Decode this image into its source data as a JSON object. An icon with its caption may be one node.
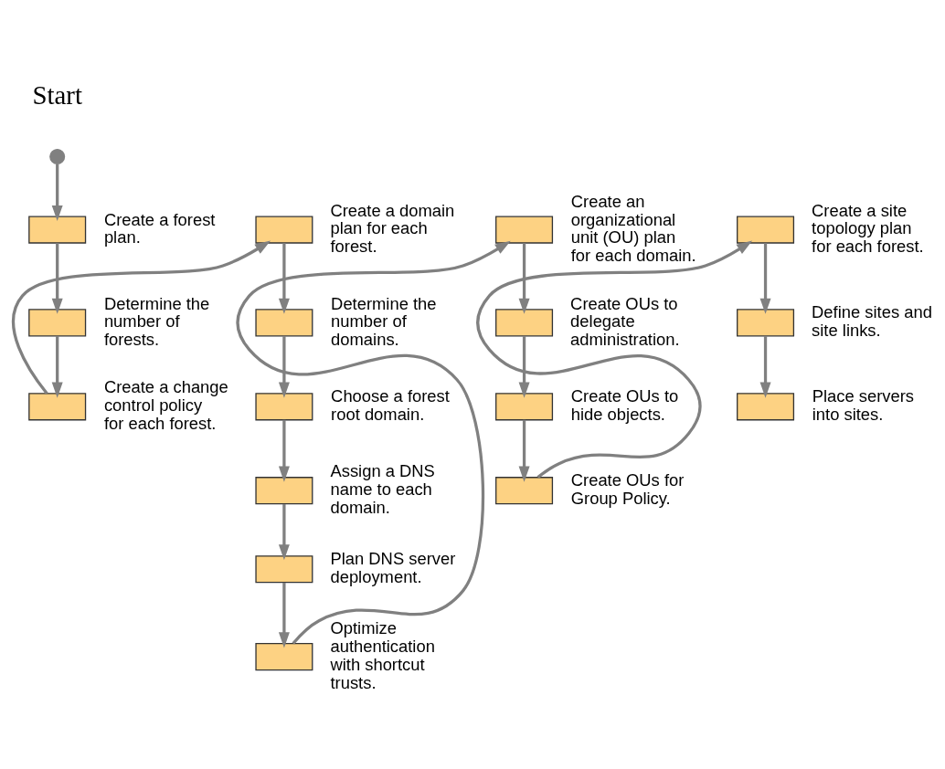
{
  "diagram": {
    "nodes": [
      {
        "text": [],
        "shape": "circle",
        "beside": [
          "Start"
        ]
      },
      {
        "text": [],
        "shape": "box",
        "beside": [
          "Create a forest plan."
        ]
      },
      {
        "text": [],
        "shape": "box",
        "beside": [
          "Determine the number of forests."
        ]
      },
      {
        "text": [],
        "shape": "box",
        "beside": [
          "Create a change control policy for each forest."
        ]
      },
      {
        "text": [],
        "shape": "box",
        "beside": [
          "Create a domain plan for each forest."
        ]
      },
      {
        "text": [],
        "shape": "box",
        "beside": [
          "Determine the number of domains."
        ]
      },
      {
        "text": [],
        "shape": "box",
        "beside": [
          "Choose a forest root domain."
        ]
      },
      {
        "text": [],
        "shape": "box",
        "beside": [
          "Assign a DNS name to each domain."
        ]
      },
      {
        "text": [],
        "shape": "box",
        "beside": [
          "Plan DNS server deployment."
        ]
      },
      {
        "text": [],
        "shape": "box",
        "beside": [
          "Optimize authentication with shortcut trusts."
        ]
      },
      {
        "text": [],
        "shape": "box",
        "beside": [
          "Create an organizational unit (OU) plan for each domain."
        ]
      },
      {
        "text": [],
        "shape": "box",
        "beside": [
          "Create OUs to delegate administration."
        ]
      },
      {
        "text": [],
        "shape": "box",
        "beside": [
          "Create OUs to hide objects."
        ]
      },
      {
        "text": [],
        "shape": "box",
        "beside": [
          "Create OUs for Group Policy."
        ]
      },
      {
        "text": [],
        "shape": "box",
        "beside": [
          "Create a site topology plan for each forest."
        ]
      },
      {
        "text": [],
        "shape": "box",
        "beside": [
          "Define sites and site links."
        ]
      },
      {
        "text": [],
        "shape": "box",
        "beside": [
          "Place servers into sites."
        ]
      }
    ],
    "edges": [
      {
        "from": 0,
        "to": 1,
        "arrow": "to"
      },
      {
        "from": 1,
        "to": 2,
        "arrow": "to"
      },
      {
        "from": 2,
        "to": 3,
        "arrow": "to"
      },
      {
        "from": 3,
        "to": 4,
        "arrow": "to"
      },
      {
        "from": 4,
        "to": 5,
        "arrow": "to"
      },
      {
        "from": 5,
        "to": 6,
        "arrow": "to"
      },
      {
        "from": 6,
        "to": 7,
        "arrow": "to"
      },
      {
        "from": 7,
        "to": 8,
        "arrow": "to"
      },
      {
        "from": 8,
        "to": 9,
        "arrow": "to"
      },
      {
        "from": 9,
        "to": 10,
        "arrow": "to"
      },
      {
        "from": 10,
        "to": 11,
        "arrow": "to"
      },
      {
        "from": 11,
        "to": 12,
        "arrow": "to"
      },
      {
        "from": 12,
        "to": 13,
        "arrow": "to"
      },
      {
        "from": 13,
        "to": 14,
        "arrow": "to"
      },
      {
        "from": 14,
        "to": 15,
        "arrow": "to"
      },
      {
        "from": 15,
        "to": 16,
        "arrow": "to"
      }
    ]
  }
}
